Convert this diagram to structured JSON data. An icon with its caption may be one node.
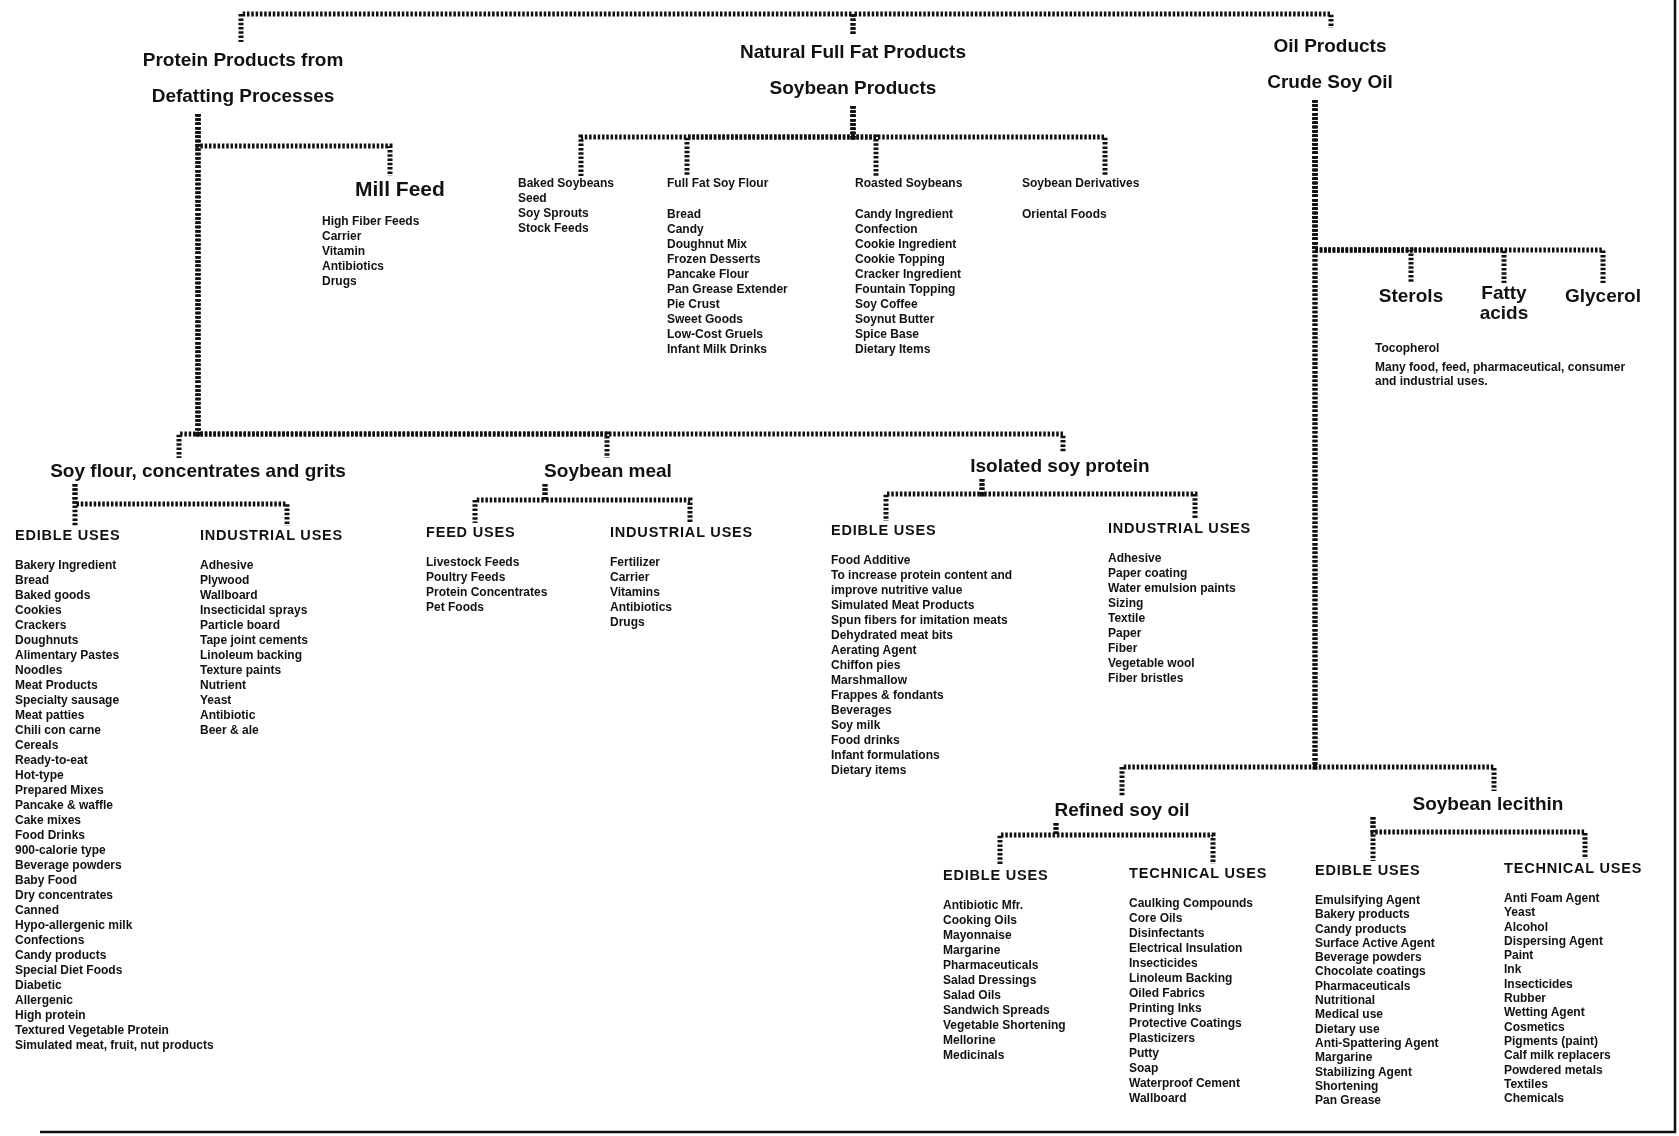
{
  "diagram": {
    "nodes": [
      {
        "text": [
          "Protein Products from Defatting Processes"
        ]
      },
      {
        "text": [
          "Natural Full Fat Products",
          "Soybean Products"
        ]
      },
      {
        "text": [
          "Oil Products",
          "Crude Soy Oil"
        ]
      },
      {
        "text": [
          "Mill Feed",
          "High Fiber Feeds",
          "Carrier",
          "Vitamin",
          "Antibiotics",
          "Drugs"
        ]
      },
      {
        "text": [
          "Baked Soybeans",
          "Seed",
          "Soy Sprouts",
          "Stock Feeds"
        ]
      },
      {
        "text": [
          "Full Fat Soy Flour",
          "Bread",
          "Candy",
          "Doughnut Mix",
          "Frozen Desserts",
          "Pancake Flour",
          "Pan Grease Extender",
          "Pie Crust",
          "Sweet Goods",
          "Low-Cost Gruels",
          "Infant Milk Drinks"
        ]
      },
      {
        "text": [
          "Roasted Soybeans",
          "Candy Ingredient",
          "Confection",
          "Cookie Ingredient",
          "Cookie Topping",
          "Cracker Ingredient",
          "Fountain Topping",
          "Soy Coffee",
          "Soynut Butter",
          "Spice Base",
          "Dietary Items"
        ]
      },
      {
        "text": [
          "Soybean Derivatives",
          "Oriental Foods"
        ]
      },
      {
        "text": [
          "Sterols"
        ]
      },
      {
        "text": [
          "Fatty acids"
        ]
      },
      {
        "text": [
          "Glycerol"
        ]
      },
      {
        "text": [
          "Soy flour, concentrates and grits"
        ]
      },
      {
        "text": [
          "Soybean meal"
        ]
      },
      {
        "text": [
          "Isolated soy protein"
        ]
      },
      {
        "text": [
          "EDIBLE USES",
          "Bakery Ingredient",
          "Bread",
          "Baked goods",
          "Cookies",
          "Crackers",
          "Doughnuts",
          "Alimentary Pastes",
          "Noodles",
          "Meat Products",
          "Specialty sausage",
          "Meat patties",
          "Chili con carne",
          "Cereals",
          "Ready-to-eat",
          "Hot-type",
          "Prepared Mixes",
          "Pancake & waffle",
          "Cake mixes",
          "Food Drinks",
          "900-calorie type",
          "Beverage powders",
          "Baby Food",
          "Dry concentrates",
          "Canned",
          "Hypo-allergenic milk",
          "Confections",
          "Candy products",
          "Special Diet Foods",
          "Diabetic",
          "Allergenic",
          "High protein",
          "Textured Vegetable Protein",
          "Simulated meat, fruit, nut products"
        ]
      },
      {
        "text": [
          "INDUSTRIAL USES",
          "Adhesive",
          "Plywood",
          "Wallboard",
          "Insecticidal sprays",
          "Particle board",
          "Tape joint cements",
          "Linoleum backing",
          "Texture paints",
          "Nutrient",
          "Yeast",
          "Antibiotic",
          "Beer & ale"
        ]
      },
      {
        "text": [
          "FEED USES",
          "Livestock Feeds",
          "Poultry Feeds",
          "Protein Concentrates",
          "Pet Foods"
        ]
      },
      {
        "text": [
          "INDUSTRIAL USES",
          "Fertilizer",
          "Carrier",
          "Vitamins",
          "Antibiotics",
          "Drugs"
        ]
      },
      {
        "text": [
          "EDIBLE USES",
          "Food Additive",
          "To increase protein content and improve nutritive value",
          "Simulated Meat Products",
          "Spun fibers for imitation meats",
          "Dehydrated meat bits",
          "Aerating Agent",
          "Chiffon pies",
          "Marshmallow",
          "Frappes & fondants",
          "Beverages",
          "Soy milk",
          "Food drinks",
          "Infant formulations",
          "Dietary items"
        ]
      },
      {
        "text": [
          "INDUSTRIAL USES",
          "Adhesive",
          "Paper coating",
          "Water emulsion paints",
          "Sizing",
          "Textile",
          "Paper",
          "Fiber",
          "Vegetable wool",
          "Fiber bristles"
        ]
      },
      {
        "text": [
          "Refined soy oil"
        ]
      },
      {
        "text": [
          "Soybean lecithin"
        ]
      },
      {
        "text": [
          "EDIBLE USES",
          "Antibiotic Mfr.",
          "Cooking Oils",
          "Mayonnaise",
          "Margarine",
          "Pharmaceuticals",
          "Salad Dressings",
          "Salad Oils",
          "Sandwich Spreads",
          "Vegetable Shortening",
          "Mellorine",
          "Medicinals"
        ]
      },
      {
        "text": [
          "TECHNICAL USES",
          "Caulking Compounds",
          "Core Oils",
          "Disinfectants",
          "Electrical Insulation",
          "Insecticides",
          "Linoleum Backing",
          "Oiled Fabrics",
          "Printing Inks",
          "Protective Coatings",
          "Plasticizers",
          "Putty",
          "Soap",
          "Waterproof Cement",
          "Wallboard"
        ]
      },
      {
        "text": [
          "EDIBLE USES",
          "Emulsifying Agent",
          "Bakery products",
          "Candy products",
          "Surface Active Agent",
          "Beverage powders",
          "Chocolate coatings",
          "Pharmaceuticals",
          "Nutritional",
          "Medical use",
          "Dietary use",
          "Anti-Spattering Agent",
          "Margarine",
          "Stabilizing Agent",
          "Shortening",
          "Pan Grease"
        ]
      },
      {
        "text": [
          "TECHNICAL USES",
          "Anti Foam Agent",
          "Yeast",
          "Alcohol",
          "Dispersing Agent",
          "Paint",
          "Ink",
          "Insecticides",
          "Rubber",
          "Wetting Agent",
          "Cosmetics",
          "Pigments (paint)",
          "Calf milk replacers",
          "Powdered metals",
          "Textiles",
          "Chemicals"
        ]
      }
    ],
    "edges": [
      {
        "from": 1,
        "to": 0,
        "arrow": "none"
      },
      {
        "from": 1,
        "to": 2,
        "arrow": "none"
      },
      {
        "from": 0,
        "to": 3,
        "arrow": "none"
      },
      {
        "from": 0,
        "to": 11,
        "arrow": "none"
      },
      {
        "from": 0,
        "to": 12,
        "arrow": "none"
      },
      {
        "from": 0,
        "to": 13,
        "arrow": "none"
      },
      {
        "from": 1,
        "to": 4,
        "arrow": "none"
      },
      {
        "from": 1,
        "to": 5,
        "arrow": "none"
      },
      {
        "from": 1,
        "to": 6,
        "arrow": "none"
      },
      {
        "from": 1,
        "to": 7,
        "arrow": "none"
      },
      {
        "from": 2,
        "to": 8,
        "arrow": "none"
      },
      {
        "from": 2,
        "to": 9,
        "arrow": "none"
      },
      {
        "from": 2,
        "to": 10,
        "arrow": "none"
      },
      {
        "from": 2,
        "to": 20,
        "arrow": "none"
      },
      {
        "from": 2,
        "to": 21,
        "arrow": "none"
      },
      {
        "from": 11,
        "to": 14,
        "arrow": "none"
      },
      {
        "from": 11,
        "to": 15,
        "arrow": "none"
      },
      {
        "from": 12,
        "to": 16,
        "arrow": "none"
      },
      {
        "from": 12,
        "to": 17,
        "arrow": "none"
      },
      {
        "from": 13,
        "to": 18,
        "arrow": "none"
      },
      {
        "from": 13,
        "to": 19,
        "arrow": "none"
      },
      {
        "from": 20,
        "to": 22,
        "arrow": "none"
      },
      {
        "from": 20,
        "to": 23,
        "arrow": "none"
      },
      {
        "from": 21,
        "to": 24,
        "arrow": "none"
      },
      {
        "from": 21,
        "to": 25,
        "arrow": "none"
      }
    ],
    "labels": [
      "Tocopherol",
      "Many food, feed, pharmaceutical, consumer and industrial uses."
    ]
  }
}
